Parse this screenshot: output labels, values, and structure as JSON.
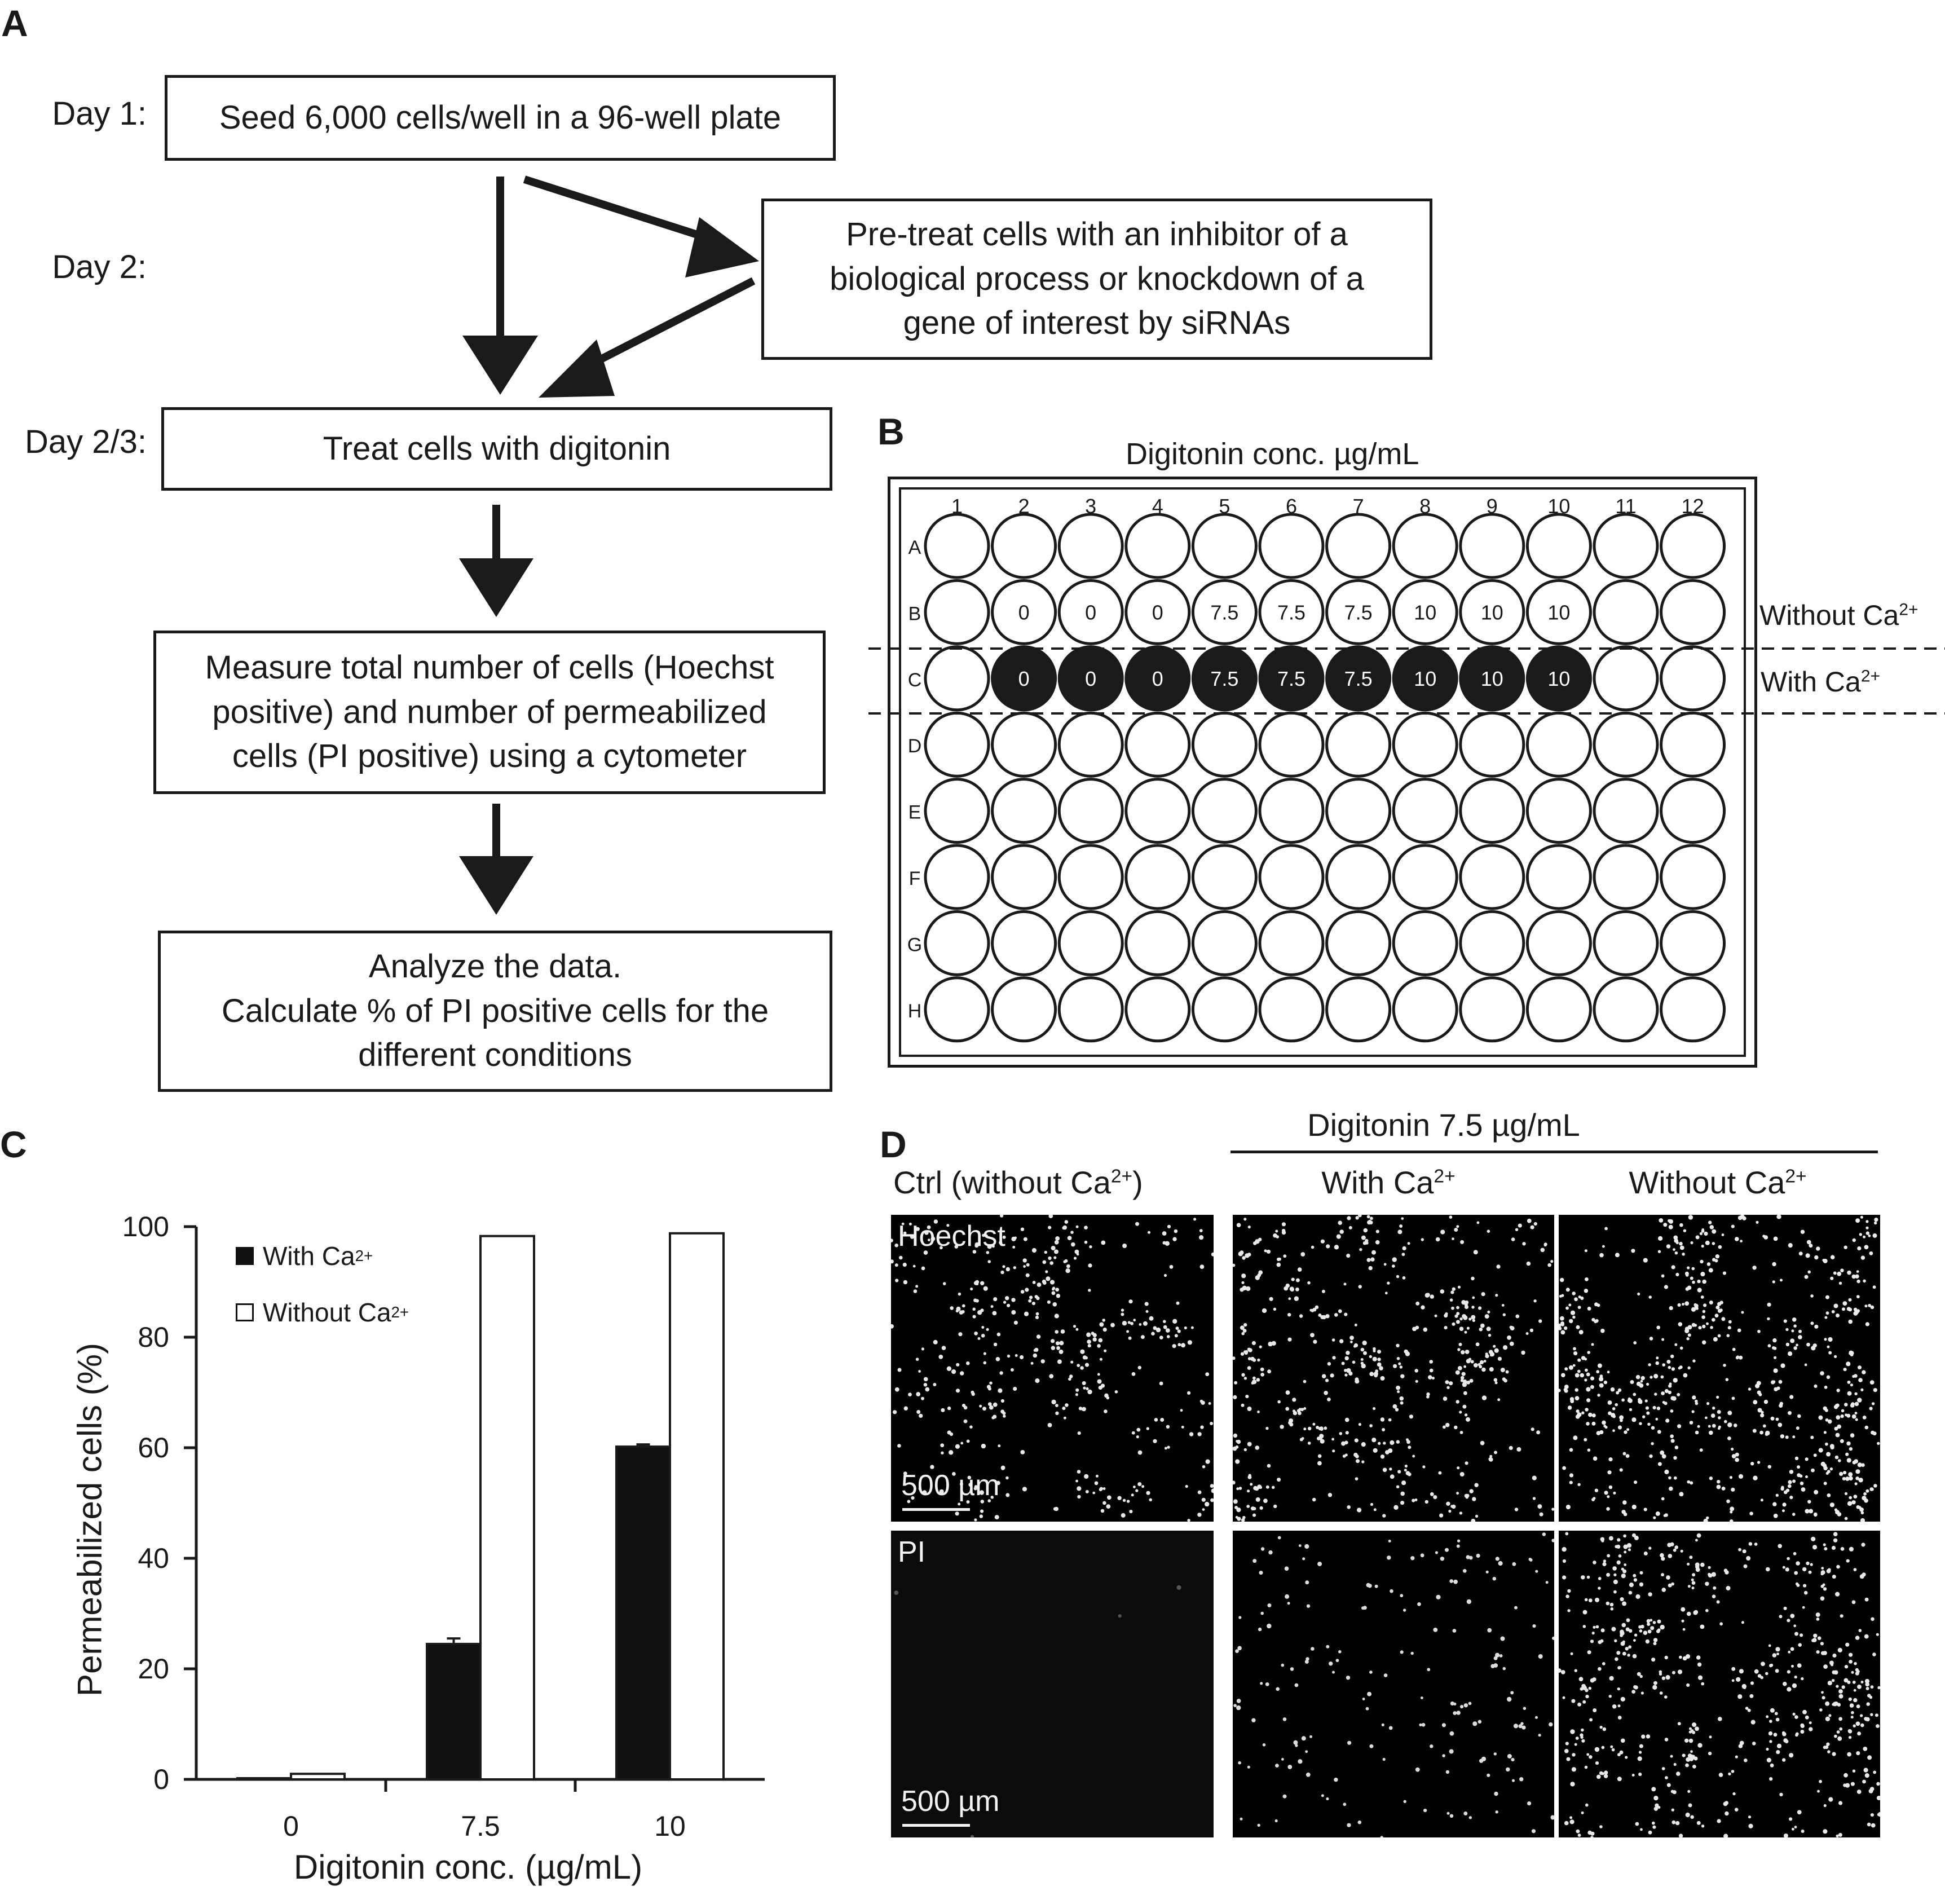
{
  "panels": {
    "a": "A",
    "b": "B",
    "c": "C",
    "d": "D"
  },
  "flow": {
    "days": [
      "Day 1:",
      "Day 2:",
      "Day 2/3:"
    ],
    "step1": "Seed 6,000 cells/well in a 96-well plate",
    "step2": [
      "Pre-treat cells with an inhibitor of a",
      "biological process or knockdown of a",
      "gene of interest by siRNAs"
    ],
    "step3": "Treat cells with digitonin",
    "step4": [
      "Measure total number of cells (Hoechst",
      "positive) and number of permeabilized",
      "cells (PI positive) using a cytometer"
    ],
    "step5": [
      "Analyze the data.",
      "Calculate % of PI positive cells for the",
      "different conditions"
    ]
  },
  "plate": {
    "title": "Digitonin conc. µg/mL",
    "columns": [
      "1",
      "2",
      "3",
      "4",
      "5",
      "6",
      "7",
      "8",
      "9",
      "10",
      "11",
      "12"
    ],
    "rows": [
      "A",
      "B",
      "C",
      "D",
      "E",
      "F",
      "G",
      "H"
    ],
    "row_b_values": [
      "",
      "0",
      "0",
      "0",
      "7.5",
      "7.5",
      "7.5",
      "10",
      "10",
      "10",
      "",
      ""
    ],
    "row_c_values": [
      "",
      "0",
      "0",
      "0",
      "7.5",
      "7.5",
      "7.5",
      "10",
      "10",
      "10",
      "",
      ""
    ],
    "label_without": "Without Ca",
    "label_with": "With Ca",
    "charge": "2+"
  },
  "chart_data": {
    "type": "bar",
    "categories": [
      "0",
      "7.5",
      "10"
    ],
    "series": [
      {
        "name": "With Ca2+",
        "values": [
          0.2,
          24.5,
          60.2
        ],
        "errors": [
          0.1,
          1.0,
          0.4
        ],
        "color": "#111111"
      },
      {
        "name": "Without Ca2+",
        "values": [
          1.0,
          98.3,
          98.8
        ],
        "errors": [
          0.2,
          0.0,
          0.0
        ],
        "color": "#ffffff"
      }
    ],
    "xlabel": "Digitonin conc. (µg/mL)",
    "ylabel": "Permeabilized cells (%)",
    "ylim": [
      0,
      100
    ],
    "yticks": [
      "0",
      "20",
      "40",
      "60",
      "80",
      "100"
    ],
    "legend": {
      "with": "With Ca",
      "without": "Without Ca",
      "charge": "2+",
      "placement": "top-left"
    },
    "grid": false
  },
  "micro": {
    "group_title": "Digitonin 7.5 µg/mL",
    "col_ctrl": "Ctrl (without Ca",
    "col_ctrl_close": ")",
    "col_with": "With Ca",
    "col_without": "Without Ca",
    "charge": "2+",
    "row_hoechst": "Hoechst",
    "row_pi": "PI",
    "scalebar": "500 µm"
  }
}
